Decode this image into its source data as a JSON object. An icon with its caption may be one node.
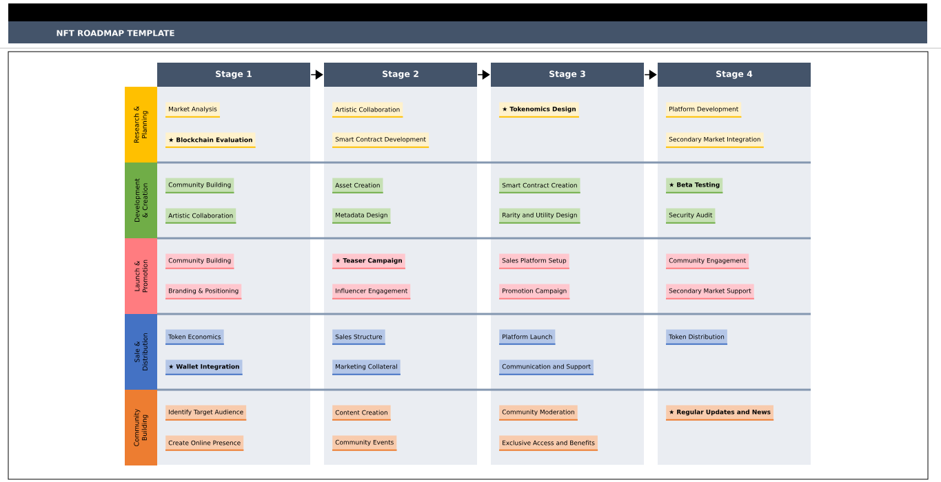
{
  "diagram": {
    "title": "NFT ROADMAP TEMPLATE",
    "nodes": [
      {
        "text": [
          "Stage 1"
        ]
      },
      {
        "text": [
          "Stage 2"
        ]
      },
      {
        "text": [
          "Stage 3"
        ]
      },
      {
        "text": [
          "Stage 4"
        ]
      },
      {
        "text": [
          "Research & Planning"
        ]
      },
      {
        "text": [
          "Development & Creation"
        ]
      },
      {
        "text": [
          "Launch & Promotion"
        ]
      },
      {
        "text": [
          "Sale & Distribution"
        ]
      },
      {
        "text": [
          "Community Building"
        ]
      },
      {
        "text": [
          "Market Analysis"
        ]
      },
      {
        "text": [
          "★ Blockchain Evaluation"
        ]
      },
      {
        "text": [
          "Artistic Collaboration"
        ]
      },
      {
        "text": [
          "Smart Contract Development"
        ]
      },
      {
        "text": [
          "★ Tokenomics Design"
        ]
      },
      {
        "text": [
          "Platform Development"
        ]
      },
      {
        "text": [
          "Secondary Market Integration"
        ]
      },
      {
        "text": [
          "Community Building"
        ]
      },
      {
        "text": [
          "Artistic Collaboration"
        ]
      },
      {
        "text": [
          "Asset Creation"
        ]
      },
      {
        "text": [
          "Metadata Design"
        ]
      },
      {
        "text": [
          "Smart Contract Creation"
        ]
      },
      {
        "text": [
          "Rarity and Utility Design"
        ]
      },
      {
        "text": [
          "★ Beta Testing"
        ]
      },
      {
        "text": [
          "Security Audit"
        ]
      },
      {
        "text": [
          "Community Building"
        ]
      },
      {
        "text": [
          "Branding & Positioning"
        ]
      },
      {
        "text": [
          "★ Teaser Campaign"
        ]
      },
      {
        "text": [
          "Influencer Engagement"
        ]
      },
      {
        "text": [
          "Sales Platform Setup"
        ]
      },
      {
        "text": [
          "Promotion Campaign"
        ]
      },
      {
        "text": [
          "Community Engagement"
        ]
      },
      {
        "text": [
          "Secondary Market Support"
        ]
      },
      {
        "text": [
          "Token Economics"
        ]
      },
      {
        "text": [
          "★ Wallet Integration"
        ]
      },
      {
        "text": [
          "Sales Structure"
        ]
      },
      {
        "text": [
          "Marketing Collateral"
        ]
      },
      {
        "text": [
          "Platform Launch"
        ]
      },
      {
        "text": [
          "Communication and Support"
        ]
      },
      {
        "text": [
          "Token Distribution"
        ]
      },
      {
        "text": [
          "Identify Target Audience"
        ]
      },
      {
        "text": [
          "Create Online Presence"
        ]
      },
      {
        "text": [
          "Content Creation"
        ]
      },
      {
        "text": [
          "Community Events"
        ]
      },
      {
        "text": [
          "Community Moderation"
        ]
      },
      {
        "text": [
          "Exclusive Access and Benefits"
        ]
      },
      {
        "text": [
          "★ Regular Updates and News"
        ]
      }
    ],
    "edges": [
      {
        "from": 0,
        "to": 1,
        "arrow": "to"
      },
      {
        "from": 1,
        "to": 2,
        "arrow": "to"
      },
      {
        "from": 2,
        "to": 3,
        "arrow": "to"
      }
    ]
  }
}
